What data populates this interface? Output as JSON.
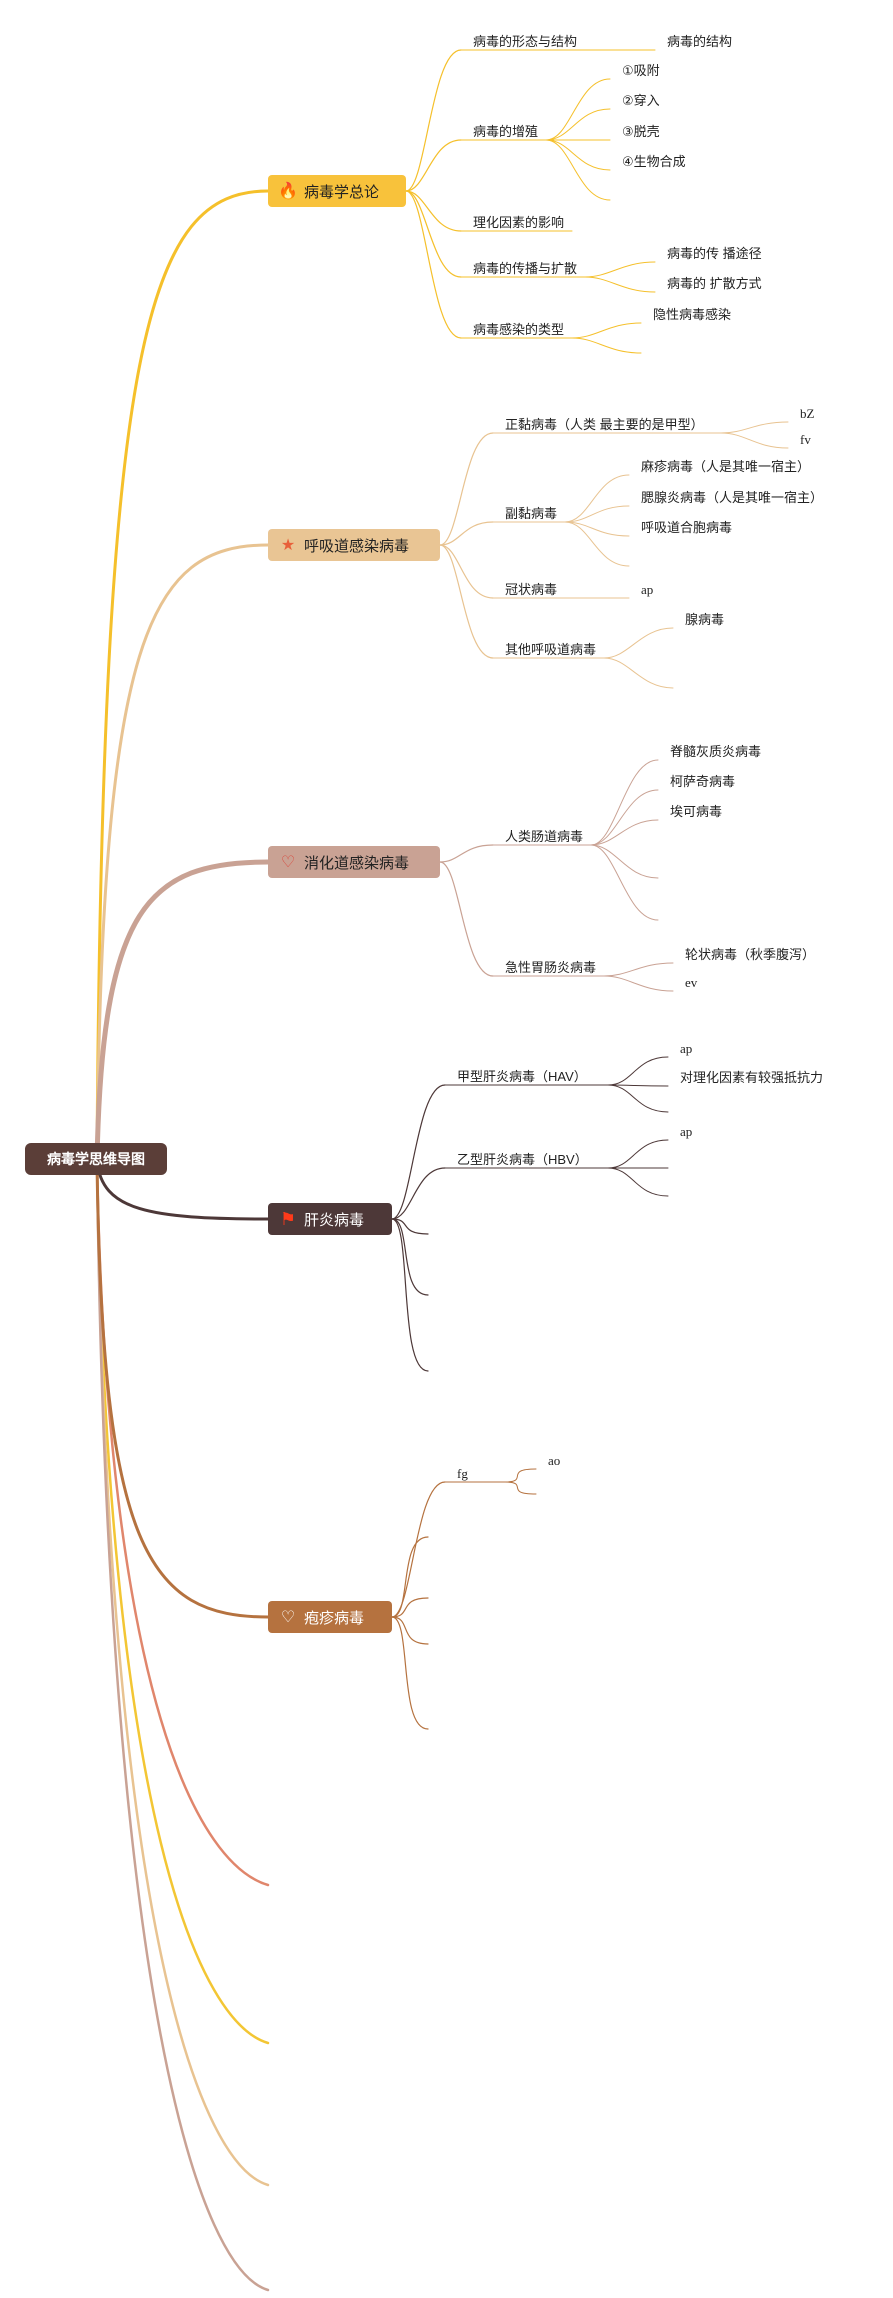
{
  "root": {
    "label": "病毒学思维导图"
  },
  "colors": {
    "branch1": "#f5c02b",
    "branch2": "#e8c391",
    "branch3": "#c9a294",
    "branch4": "#4d3838",
    "branch5": "#b5723f",
    "extra1": "#e0866c",
    "extra2": "#f3c634",
    "extra3": "#e8c391",
    "extra4": "#c9a294"
  },
  "branches": [
    {
      "label": "病毒学总论",
      "icon": "fire-icon",
      "children": [
        {
          "label": "病毒的形态与结构",
          "children": [
            {
              "label": "病毒的结构"
            }
          ]
        },
        {
          "label": "病毒的增殖",
          "children": [
            {
              "label": "①吸附"
            },
            {
              "label": "②穿入"
            },
            {
              "label": "③脱壳"
            },
            {
              "label": "④生物合成"
            },
            {
              "label": ""
            }
          ]
        },
        {
          "label": "理化因素的影响",
          "children": []
        },
        {
          "label": "病毒的传播与扩散",
          "children": [
            {
              "label": "病毒的传 播途径"
            },
            {
              "label": "病毒的 扩散方式"
            }
          ]
        },
        {
          "label": "病毒感染的类型",
          "children": [
            {
              "label": "隐性病毒感染"
            },
            {
              "label": ""
            }
          ]
        }
      ]
    },
    {
      "label": "呼吸道感染病毒",
      "icon": "star-icon",
      "children": [
        {
          "label": "正黏病毒（人类 最主要的是甲型）",
          "children": [
            {
              "label": "bZ"
            },
            {
              "label": "fv"
            }
          ]
        },
        {
          "label": "副黏病毒",
          "children": [
            {
              "label": "麻疹病毒（人是其唯一宿主）"
            },
            {
              "label": "腮腺炎病毒（人是其唯一宿主）"
            },
            {
              "label": "呼吸道合胞病毒"
            },
            {
              "label": ""
            }
          ]
        },
        {
          "label": "冠状病毒",
          "children": [
            {
              "label": "ap"
            }
          ]
        },
        {
          "label": "其他呼吸道病毒",
          "children": [
            {
              "label": "腺病毒"
            },
            {
              "label": ""
            }
          ]
        }
      ]
    },
    {
      "label": "消化道感染病毒",
      "icon": "heart-icon",
      "children": [
        {
          "label": "人类肠道病毒",
          "children": [
            {
              "label": "脊髓灰质炎病毒"
            },
            {
              "label": "柯萨奇病毒"
            },
            {
              "label": "埃可病毒"
            },
            {
              "label": ""
            },
            {
              "label": ""
            }
          ]
        },
        {
          "label": "急性胃肠炎病毒",
          "children": [
            {
              "label": "轮状病毒（秋季腹泻）"
            },
            {
              "label": "ev"
            }
          ]
        }
      ]
    },
    {
      "label": "肝炎病毒",
      "icon": "flag-icon",
      "children": [
        {
          "label": "甲型肝炎病毒（HAV）",
          "children": [
            {
              "label": "ap"
            },
            {
              "label": "对理化因素有较强抵抗力"
            },
            {
              "label": ""
            }
          ]
        },
        {
          "label": "乙型肝炎病毒（HBV）",
          "children": [
            {
              "label": "ap"
            },
            {
              "label": ""
            },
            {
              "label": ""
            }
          ]
        },
        {
          "label": "",
          "children": []
        },
        {
          "label": "",
          "children": []
        },
        {
          "label": "",
          "children": []
        }
      ]
    },
    {
      "label": "疱疹病毒",
      "icon": "heart-icon",
      "children": [
        {
          "label": "fg",
          "children": [
            {
              "label": "ao"
            },
            {
              "label": ""
            }
          ]
        },
        {
          "label": "",
          "children": []
        },
        {
          "label": "",
          "children": []
        },
        {
          "label": "",
          "children": []
        },
        {
          "label": "",
          "children": []
        }
      ]
    }
  ]
}
